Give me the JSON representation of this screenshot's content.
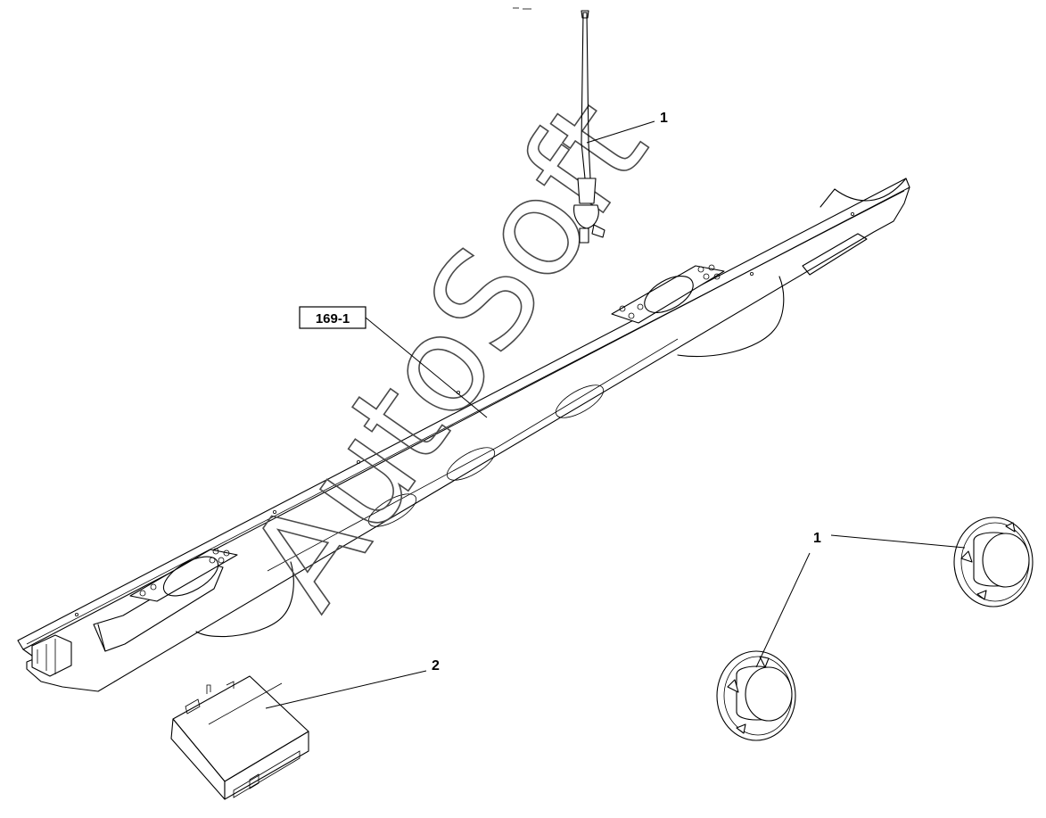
{
  "diagram": {
    "callouts": {
      "antenna": "1",
      "speakers": "1",
      "radio_unit": "2"
    },
    "reference_box": "169-1",
    "watermark": "AutoSoft"
  }
}
